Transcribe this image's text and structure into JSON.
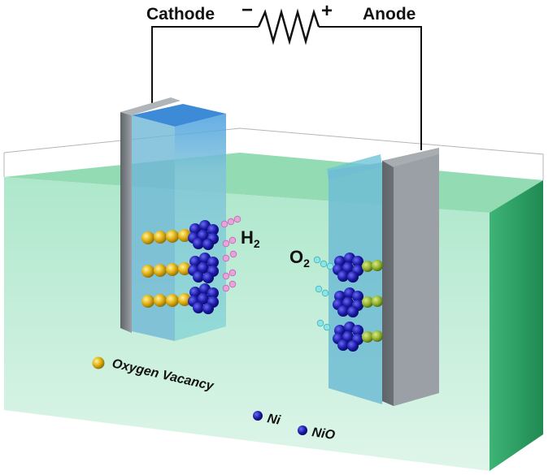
{
  "labels": {
    "cathode": "Cathode",
    "anode": "Anode",
    "minus": "−",
    "plus": "+",
    "h2": "H",
    "h2_sub": "2",
    "o2": "O",
    "o2_sub": "2"
  },
  "legend": {
    "oxygen_vacancy": "Oxygen Vacancy",
    "ni": "Ni",
    "nio": "NiO"
  },
  "colors": {
    "electrolyte": "#8fdcb8",
    "electrolyte_side": "#2a9d62",
    "electrode_glass": "#7fc3d9",
    "electrode_plate": "#8a8f94",
    "oxygen_vacancy": "#e3b418",
    "ni": "#1a1aa6",
    "nio_green": "#8fae2c",
    "h2_bubble": "#e08bd6",
    "o2_bubble": "#62d3d6"
  },
  "icons": [
    "resistor-icon",
    "oxygen-vacancy-dot-icon",
    "ni-dot-icon",
    "nio-dot-icon"
  ]
}
